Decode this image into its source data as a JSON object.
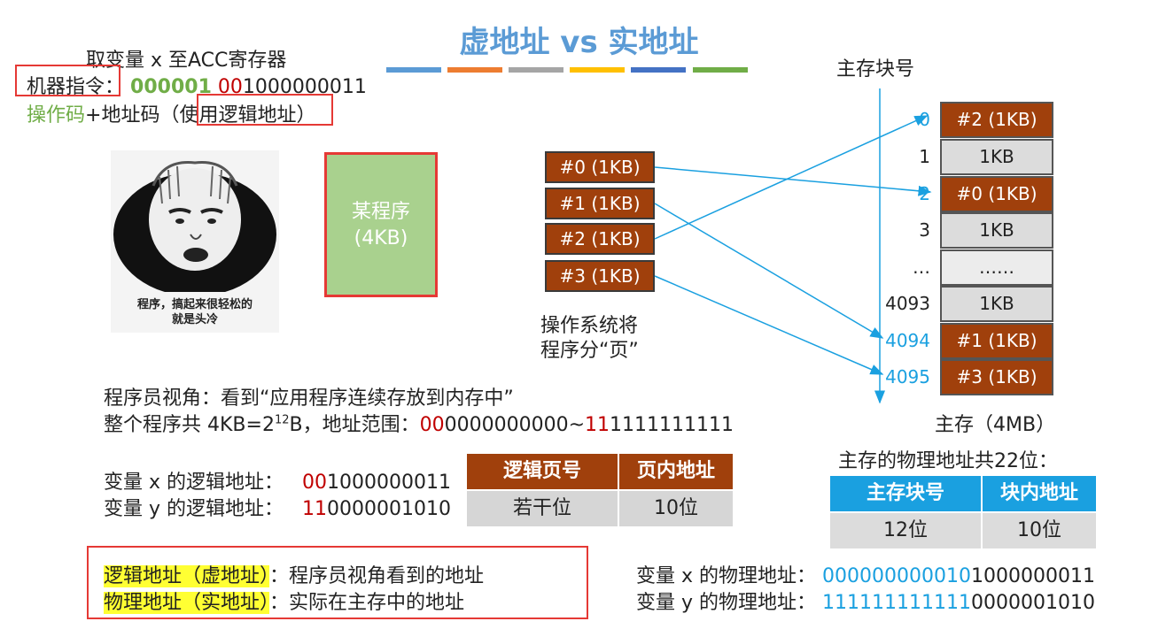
{
  "title": "虚地址 vs 实地址",
  "title_bar_colors": [
    "#5b9bd5",
    "#ed7d31",
    "#a5a5a5",
    "#ffc000",
    "#4472c4",
    "#70ad47"
  ],
  "instruction": {
    "heading": "取变量 x 至ACC寄存器",
    "machine_label": "机器指令",
    "colon": "：",
    "opcode": "000001",
    "addr_red": "00",
    "addr_rest": "1000000011",
    "desc_green": "操作码",
    "desc_plus": "+地址码（",
    "desc_boxed": "使用逻辑地址",
    "desc_end": "）"
  },
  "meme": {
    "caption_line1": "程序，搞起来很轻松的",
    "caption_line2": "就是头冷"
  },
  "program_box": {
    "line1": "某程序",
    "line2": "(4KB)"
  },
  "pages": [
    "#0 (1KB)",
    "#1 (1KB)",
    "#2 (1KB)",
    "#3 (1KB)"
  ],
  "os_caption": {
    "line1": "操作系统将",
    "line2": "程序分“页”"
  },
  "memory": {
    "header": "主存块号",
    "rows": [
      {
        "num": "0",
        "label": "#2 (1KB)",
        "style": "brown",
        "num_color": "blue"
      },
      {
        "num": "1",
        "label": "1KB",
        "style": "gray",
        "num_color": "black"
      },
      {
        "num": "2",
        "label": "#0 (1KB)",
        "style": "brown",
        "num_color": "blue"
      },
      {
        "num": "3",
        "label": "1KB",
        "style": "gray",
        "num_color": "black"
      },
      {
        "num": "…",
        "label": "……",
        "style": "light",
        "num_color": "black"
      },
      {
        "num": "4093",
        "label": "1KB",
        "style": "gray",
        "num_color": "black"
      },
      {
        "num": "4094",
        "label": "#1 (1KB)",
        "style": "brown",
        "num_color": "blue"
      },
      {
        "num": "4095",
        "label": "#3 (1KB)",
        "style": "brown",
        "num_color": "blue"
      }
    ],
    "caption": "主存（4MB）"
  },
  "programmer": {
    "view": "程序员视角：看到“应用程序连续存放到内存中”",
    "total_prefix": "整个程序共 4KB=2",
    "total_exp": "12",
    "total_suffix": "B，地址范围：",
    "range_a_red": "00",
    "range_a_rest": "0000000000",
    "range_tilde": "~",
    "range_b_red": "11",
    "range_b_rest": "1111111111"
  },
  "logical": {
    "x_label": "变量 x 的逻辑地址：",
    "x_red": "00",
    "x_rest": "1000000011",
    "y_label": "变量 y 的逻辑地址：",
    "y_red": "11",
    "y_rest": "0000001010",
    "table_headers": [
      "逻辑页号",
      "页内地址"
    ],
    "table_values": [
      "若干位",
      "10位"
    ]
  },
  "physical": {
    "bits_caption": "主存的物理地址共22位：",
    "table_headers": [
      "主存块号",
      "块内地址"
    ],
    "table_values": [
      "12位",
      "10位"
    ],
    "x_label": "变量 x 的物理地址：",
    "x_blue": "000000000010",
    "x_rest": "1000000011",
    "y_label": "变量 y 的物理地址：",
    "y_blue": "111111111111",
    "y_rest": "0000001010"
  },
  "definitions": {
    "logical_term": "逻辑地址（虚地址）",
    "logical_desc": "：程序员视角看到的地址",
    "physical_term": "物理地址（实地址）",
    "physical_desc": "：实际在主存中的地址"
  }
}
